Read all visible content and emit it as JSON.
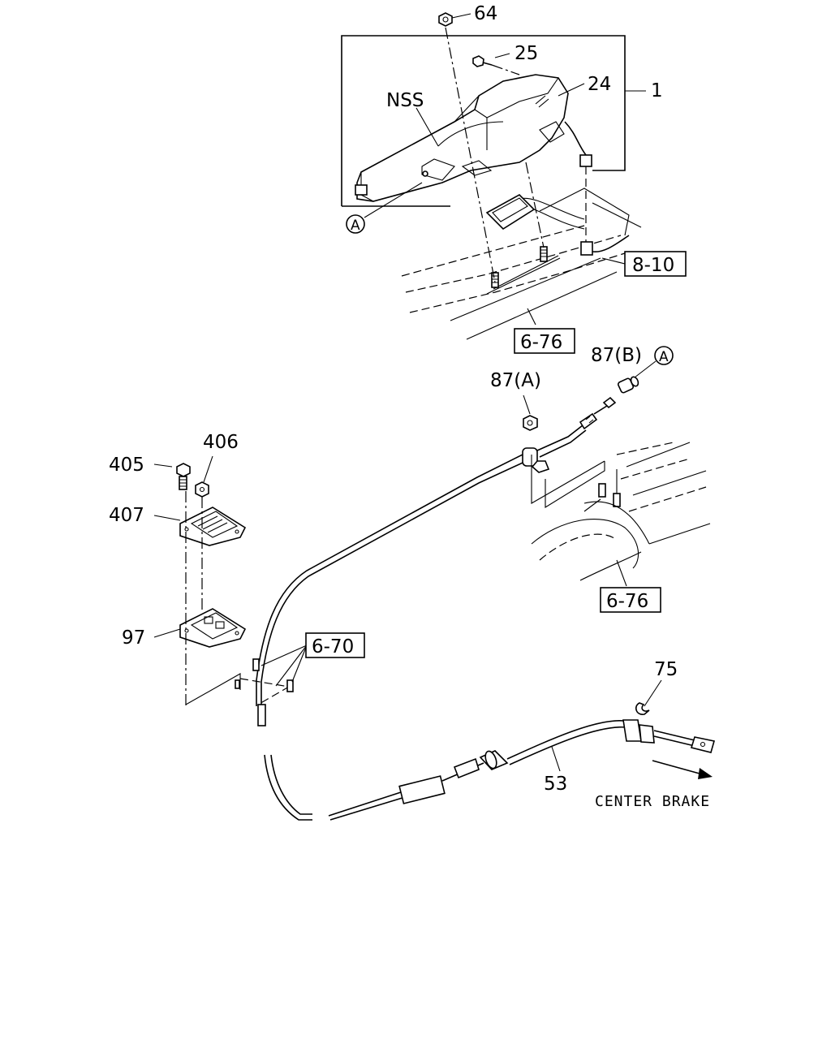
{
  "callouts": {
    "p64": "64",
    "p25": "25",
    "p24": "24",
    "p1": "1",
    "nss": "NSS",
    "circleA_top": "A",
    "ref_8_10": "8-10",
    "ref_6_76_top": "6-76",
    "p87b": "87(B)",
    "circleA_right": "A",
    "p87a": "87(A)",
    "p406": "406",
    "p405": "405",
    "p407": "407",
    "ref_6_76_mid": "6-76",
    "p97": "97",
    "ref_6_70": "6-70",
    "p75": "75",
    "p53": "53"
  },
  "caption": "CENTER BRAKE"
}
